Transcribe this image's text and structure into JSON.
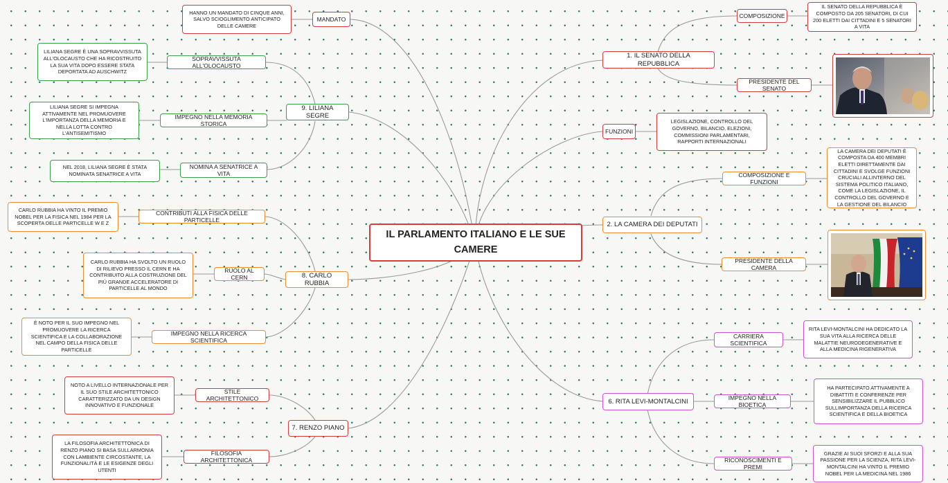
{
  "root": "IL PARLAMENTO ITALIANO E LE SUE CAMERE",
  "senato": {
    "title": "1. IL SENATO DELLA REPUBBLICA",
    "composizione": "COMPOSIZIONE",
    "composizione_note": "IL SENATO DELLA REPUBBLICA È COMPOSTO DA 205 SENATORI, DI CUI 200 ELETTI DAI CITTADINI E 5 SENATORI A VITA",
    "presidente": "PRESIDENTE DEL SENATO"
  },
  "funzioni": {
    "title": "FUNZIONI",
    "note": "LEGISLAZIONE, CONTROLLO DEL GOVERNO, BILANCIO, ELEZIONI, COMMISSIONI PARLAMENTARI, RAPPORTI INTERNAZIONALI"
  },
  "camera": {
    "title": "2. LA CAMERA DEI DEPUTATI",
    "composizione": "COMPOSIZIONE E FUNZIONI",
    "composizione_note": "LA CAMERA DEI DEPUTATI È COMPOSTA DA 400 MEMBRI ELETTI DIRETTAMENTE DAI CITTADINI E SVOLGE FUNZIONI CRUCIALI ALLINTERNO DEL SISTEMA POLITICO ITALIANO, COME LA LEGISLAZIONE, IL CONTROLLO DEL GOVERNO E LA GESTIONE DEL BILANCIO",
    "presidente": "PRESIDENTE DELLA CAMERA"
  },
  "levi": {
    "title": "6. RITA LEVI-MONTALCINI",
    "carriera": "CARRIERA SCIENTIFICA",
    "carriera_note": "RITA LEVI-MONTALCINI HA DEDICATO LA SUA VITA ALLA RICERCA DELLE MALATTIE NEURODEGENERATIVE E ALLA MEDICINA RIGENERATIVA",
    "bioetica": "IMPEGNO NELLA BIOETICA",
    "bioetica_note": "HA PARTECIPATO ATTIVAMENTE A DIBATTITI E CONFERENZE PER SENSIBILIZZARE IL PUBBLICO SULLIMPORTANZA DELLA RICERCA SCIENTIFICA E DELLA BIOETICA",
    "riconoscimenti": "RICONOSCIMENTI E PREMI",
    "riconoscimenti_note": "GRAZIE AI SUOI SFORZI E ALLA SUA PASSIONE PER LA SCIENZA, RITA LEVI-MONTALCINI HA VINTO IL PREMIO NOBEL PER LA MEDICINA NEL 1986"
  },
  "mandato": {
    "title": "MANDATO",
    "note": "HANNO UN MANDATO DI CINQUE ANNI, SALVO SCIOGLIMENTO ANTICIPATO DELLE CAMERE"
  },
  "segre": {
    "title": "9. LILIANA SEGRE",
    "sopravvissuta": "SOPRAVVISSUTA ALL'OLOCAUSTO",
    "sopravvissuta_note": "LILIANA SEGRE È UNA SOPRAVVISSUTA ALL'OLOCAUSTO CHE HA RICOSTRUITO LA SUA VITA DOPO ESSERE STATA DEPORTATA AD AUSCHWITZ",
    "memoria": "IMPEGNO NELLA MEMORIA STORICA",
    "memoria_note": "LILIANA SEGRE SI IMPEGNA ATTIVAMENTE NEL PROMUOVERE L'IMPORTANZA DELLA MEMORIA E NELLA LOTTA CONTRO L'ANTISEMITISMO",
    "nomina": "NOMINA A SENATRICE A VITA",
    "nomina_note": "NEL 2018, LILIANA SEGRE È STATA NOMINATA SENATRICE A VITA"
  },
  "rubbia": {
    "title": "8. CARLO RUBBIA",
    "contributi": "CONTRIBUTI ALLA FISICA DELLE PARTICELLE",
    "contributi_note": "CARLO RUBBIA HA VINTO IL PREMIO NOBEL PER LA FISICA NEL 1984 PER LA SCOPERTA DELLE PARTICELLE W E Z",
    "ruolo": "RUOLO AL CERN",
    "ruolo_note": "CARLO RUBBIA HA SVOLTO UN RUOLO DI RILIEVO PRESSO IL CERN E HA CONTRIBUITO ALLA COSTRUZIONE DEL PIÙ GRANDE ACCELERATORE DI PARTICELLE AL MONDO",
    "ricerca": "IMPEGNO NELLA RICERCA SCIENTIFICA",
    "ricerca_note": "È NOTO PER IL SUO IMPEGNO NEL PROMUOVERE LA RICERCA SCIENTIFICA E LA COLLABORAZIONE NEL CAMPO DELLA FISICA DELLE PARTICELLE"
  },
  "piano": {
    "title": "7. RENZO PIANO",
    "stile": "STILE ARCHITETTONICO",
    "stile_note": "NOTO A LIVELLO INTERNAZIONALE PER IL SUO STILE ARCHITETTONICO CARATTERIZZATO DA UN DESIGN INNOVATIVO E FUNZIONALE",
    "filosofia": "FILOSOFIA ARCHITETTONICA",
    "filosofia_note": "LA FILOSOFIA ARCHITETTONICA DI RENZO PIANO SI BASA SULLARMONIA CON LAMBIENTE CIRCOSTANTE, LA FUNZIONALITÀ E LE ESIGENZE DEGLI UTENTI"
  },
  "colors": {
    "red": "#d83b3b",
    "orange": "#f08c2e",
    "green": "#3aa04a",
    "pink": "#d34fd8",
    "links": "#9a9a9a"
  }
}
